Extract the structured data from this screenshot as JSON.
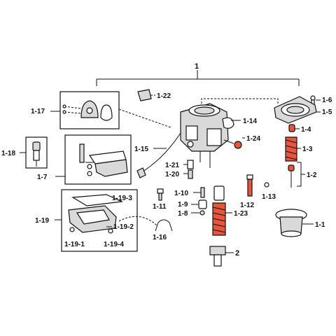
{
  "diagram": {
    "labels": {
      "l1": "1",
      "l1_1": "1-1",
      "l1_2": "1-2",
      "l1_3": "1-3",
      "l1_4": "1-4",
      "l1_5": "1-5",
      "l1_6": "1-6",
      "l1_7": "1-7",
      "l1_8": "1-8",
      "l1_9": "1-9",
      "l1_10": "1-10",
      "l1_11": "1-11",
      "l1_12": "1-12",
      "l1_13": "1-13",
      "l1_14": "1-14",
      "l1_15": "1-15",
      "l1_16": "1-16",
      "l1_17": "1-17",
      "l1_18": "1-18",
      "l1_19": "1-19",
      "l1_19_1": "1-19-1",
      "l1_19_2": "1-19-2",
      "l1_19_3": "1-19-3",
      "l1_19_4": "1-19-4",
      "l1_20": "1-20",
      "l1_21": "1-21",
      "l1_22": "1-22",
      "l1_23": "1-23",
      "l1_24": "1-24",
      "l2": "2"
    },
    "colors": {
      "accent": "#e8553d",
      "ink": "#111111",
      "fill": "#d9d9d9"
    }
  }
}
